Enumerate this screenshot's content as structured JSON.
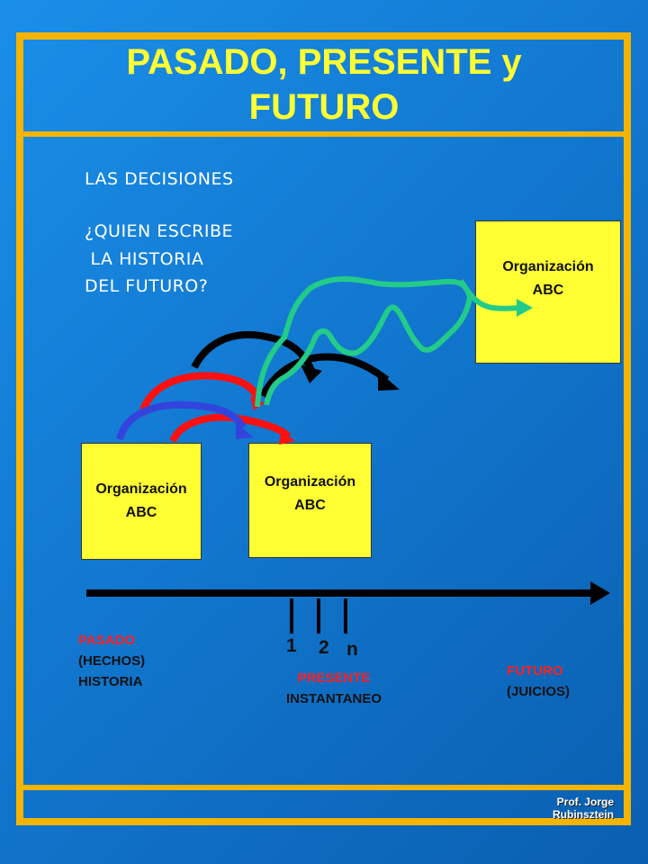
{
  "title": "PASADO, PRESENTE y FUTURO",
  "intro": {
    "line1": "LAS DECISIONES",
    "line2": "¿QUIEN ESCRIBE",
    "line3": " LA HISTORIA",
    "line4": "DEL FUTURO?"
  },
  "boxes": [
    {
      "name": "Organización",
      "sub": "ABC"
    },
    {
      "name": "Organización",
      "sub": "ABC"
    },
    {
      "name": "Organización",
      "sub": "ABC"
    }
  ],
  "timeline": {
    "ticks": [
      "1",
      "2",
      "n"
    ],
    "past": {
      "title": "PASADO",
      "line2": "(HECHOS)",
      "line3": "HISTORIA"
    },
    "present": {
      "title": "PRESENTE",
      "line2": "INSTANTANEO"
    },
    "future": {
      "title": "FUTURO",
      "line2": "(JUICIOS)"
    }
  },
  "author": {
    "line1": "Prof. Jorge",
    "line2": "Rubinsztein"
  },
  "colors": {
    "frame": "#f4b400",
    "box": "#ffff33",
    "title": "#ffff33",
    "past_arrow": "#ff1010",
    "blue_arrow": "#3344dd",
    "black_arrow": "#000000",
    "future_arrow": "#22cc88"
  }
}
